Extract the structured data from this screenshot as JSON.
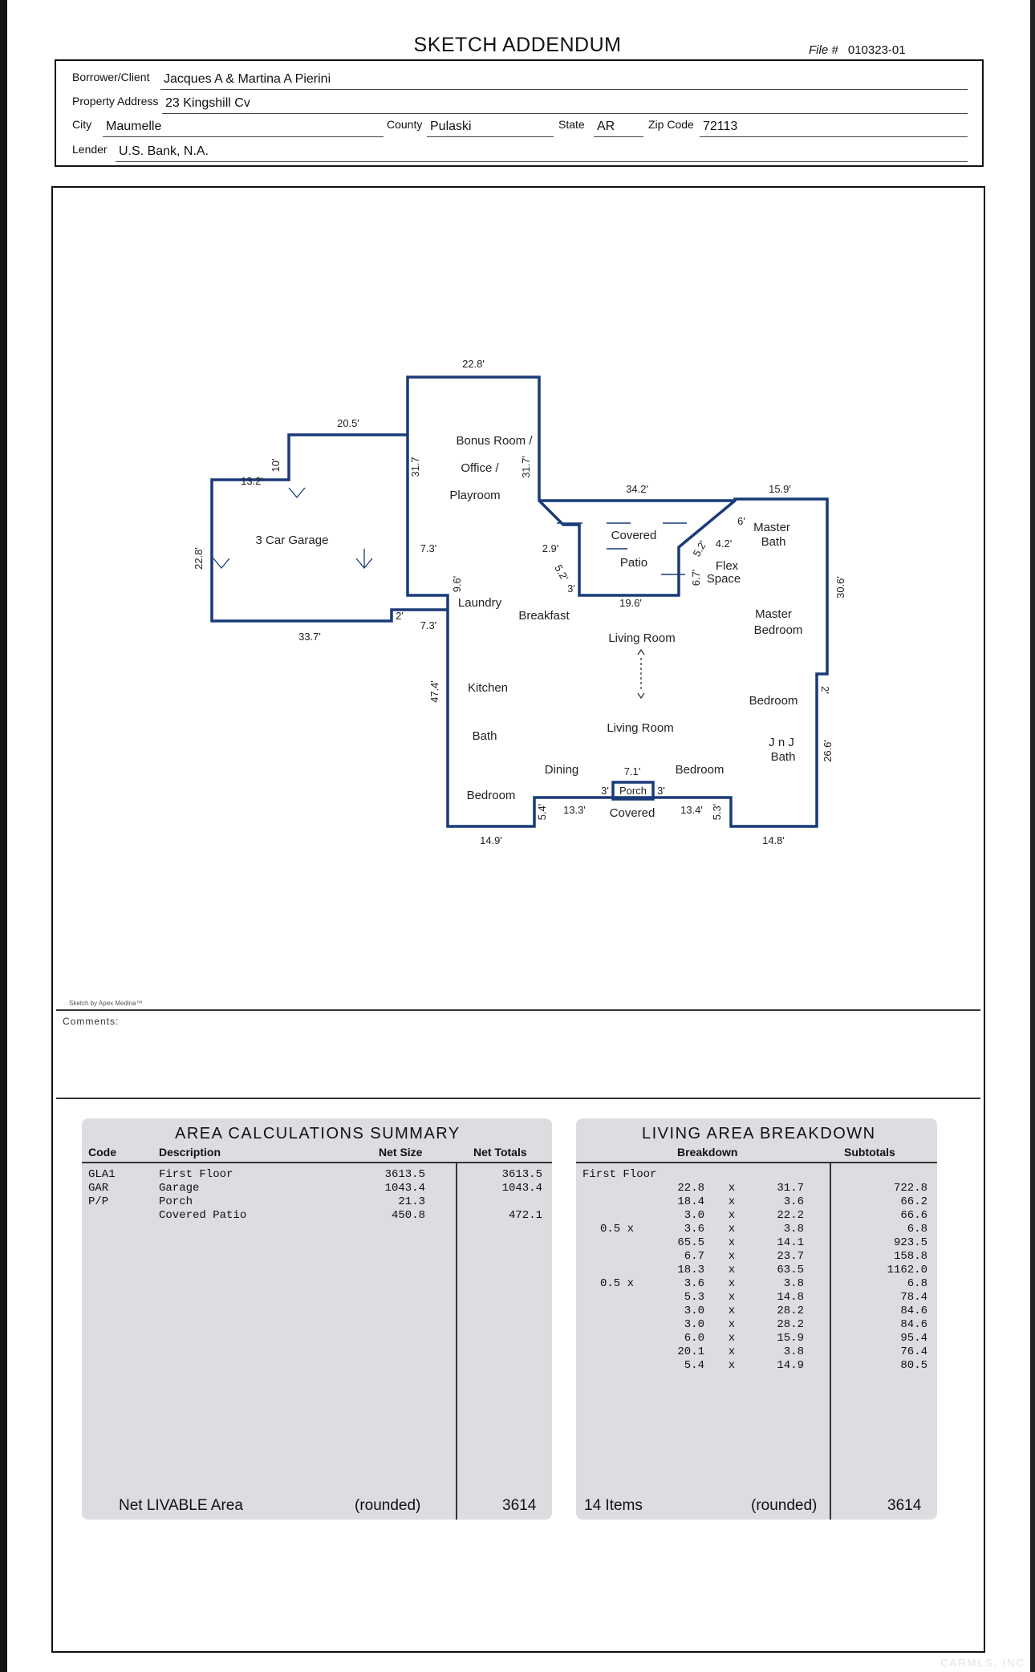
{
  "doc": {
    "title": "SKETCH ADDENDUM",
    "file_label": "File #",
    "file_no": "010323-01"
  },
  "header": {
    "borrower_label": "Borrower/Client",
    "borrower": "Jacques A & Martina A Pierini",
    "address_label": "Property Address",
    "address": "23 Kingshill Cv",
    "city_label": "City",
    "city": "Maumelle",
    "county_label": "County",
    "county": "Pulaski",
    "state_label": "State",
    "state": "AR",
    "zip_label": "Zip Code",
    "zip": "72113",
    "lender_label": "Lender",
    "lender": "U.S. Bank, N.A."
  },
  "sketch": {
    "credit": "Sketch by Apex Medina™",
    "comments_label": "Comments:",
    "rooms": {
      "bonus1": "Bonus Room /",
      "bonus2": "Office /",
      "bonus3": "Playroom",
      "garage": "3 Car Garage",
      "patio1": "Covered",
      "patio2": "Patio",
      "master_bath1": "Master",
      "master_bath2": "Bath",
      "flex1": "Flex",
      "flex2": "Space",
      "laundry": "Laundry",
      "breakfast": "Breakfast",
      "living1": "Living Room",
      "living2": "Living Room",
      "master_bed1": "Master",
      "master_bed2": "Bedroom",
      "kitchen": "Kitchen",
      "bedroom1": "Bedroom",
      "jnj1": "J n J",
      "jnj2": "Bath",
      "bath": "Bath",
      "dining": "Dining",
      "bedroom2": "Bedroom",
      "porch": "Porch",
      "covered": "Covered",
      "bedroom3": "Bedroom"
    },
    "dims": {
      "d_22_8_top": "22.8'",
      "d_20_5": "20.5'",
      "d_10": "10'",
      "d_13_2": "13.2'",
      "d_31_7a": "31.7",
      "d_31_7b": "31.7'",
      "d_34_2": "34.2'",
      "d_15_9": "15.9'",
      "d_6": "6'",
      "d_4_2": "4.2'",
      "d_5_2a": "5.2'",
      "d_2_9": "2.9'",
      "d_5_2b": "5.2'",
      "d_3a": "3'",
      "d_6_7": "6.7'",
      "d_22_8_left": "22.8'",
      "d_7_3a": "7.3'",
      "d_9_6": "9.6'",
      "d_19_6": "19.6'",
      "d_30_6": "30.6'",
      "d_2a": "2'",
      "d_7_3b": "7.3'",
      "d_33_7": "33.7'",
      "d_47_4": "47.4'",
      "d_2b": "2'",
      "d_26_6": "26.6'",
      "d_7_1": "7.1'",
      "d_3b": "3'",
      "d_3c": "3'",
      "d_5_4": "5.4'",
      "d_13_3": "13.3'",
      "d_13_4": "13.4'",
      "d_5_3": "5.3'",
      "d_14_9": "14.9'",
      "d_14_8": "14.8'"
    }
  },
  "area_summary": {
    "title": "AREA CALCULATIONS SUMMARY",
    "headers": [
      "Code",
      "Description",
      "Net Size",
      "Net Totals"
    ],
    "rows": [
      {
        "code": "GLA1",
        "desc": "First Floor",
        "size": "3613.5",
        "total": "3613.5"
      },
      {
        "code": "GAR",
        "desc": "Garage",
        "size": "1043.4",
        "total": "1043.4"
      },
      {
        "code": "P/P",
        "desc": "Porch",
        "size": "21.3",
        "total": ""
      },
      {
        "code": "",
        "desc": "Covered Patio",
        "size": "450.8",
        "total": "472.1"
      }
    ],
    "footer_label": "Net LIVABLE Area",
    "footer_rounded": "(rounded)",
    "footer_value": "3614"
  },
  "living_breakdown": {
    "title": "LIVING AREA BREAKDOWN",
    "headers": [
      "Breakdown",
      "Subtotals"
    ],
    "section": "First Floor",
    "rows": [
      {
        "f": "",
        "a": "22.8",
        "x": "x",
        "b": "31.7",
        "s": "722.8"
      },
      {
        "f": "",
        "a": "18.4",
        "x": "x",
        "b": "3.6",
        "s": "66.2"
      },
      {
        "f": "",
        "a": "3.0",
        "x": "x",
        "b": "22.2",
        "s": "66.6"
      },
      {
        "f": "0.5 x",
        "a": "3.6",
        "x": "x",
        "b": "3.8",
        "s": "6.8"
      },
      {
        "f": "",
        "a": "65.5",
        "x": "x",
        "b": "14.1",
        "s": "923.5"
      },
      {
        "f": "",
        "a": "6.7",
        "x": "x",
        "b": "23.7",
        "s": "158.8"
      },
      {
        "f": "",
        "a": "18.3",
        "x": "x",
        "b": "63.5",
        "s": "1162.0"
      },
      {
        "f": "0.5 x",
        "a": "3.6",
        "x": "x",
        "b": "3.8",
        "s": "6.8"
      },
      {
        "f": "",
        "a": "5.3",
        "x": "x",
        "b": "14.8",
        "s": "78.4"
      },
      {
        "f": "",
        "a": "3.0",
        "x": "x",
        "b": "28.2",
        "s": "84.6"
      },
      {
        "f": "",
        "a": "3.0",
        "x": "x",
        "b": "28.2",
        "s": "84.6"
      },
      {
        "f": "",
        "a": "6.0",
        "x": "x",
        "b": "15.9",
        "s": "95.4"
      },
      {
        "f": "",
        "a": "20.1",
        "x": "x",
        "b": "3.8",
        "s": "76.4"
      },
      {
        "f": "",
        "a": "5.4",
        "x": "x",
        "b": "14.9",
        "s": "80.5"
      }
    ],
    "footer_label": "14 Items",
    "footer_rounded": "(rounded)",
    "footer_value": "3614"
  },
  "watermark": "CARMLS, INC"
}
